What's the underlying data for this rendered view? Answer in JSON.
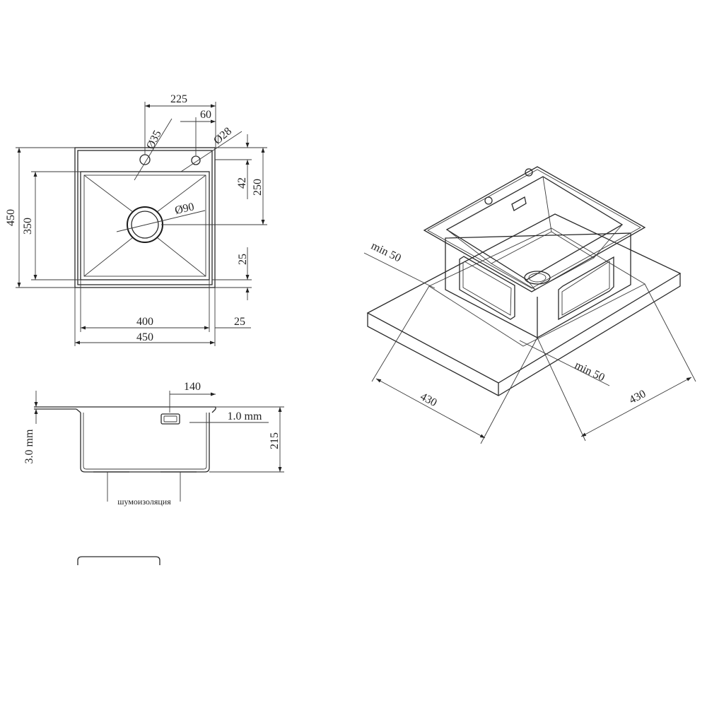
{
  "top_view": {
    "dims": {
      "w225": "225",
      "w60": "60",
      "d35": "Ø35",
      "d28": "Ø28",
      "h450": "450",
      "h350": "350",
      "v42": "42",
      "v250": "250",
      "d90": "Ø90",
      "v25": "25",
      "w400": "400",
      "h25": "25",
      "w450": "450"
    }
  },
  "side_view": {
    "dims": {
      "w140": "140",
      "t10": "1.0 mm",
      "t30": "3.0 mm",
      "h215": "215"
    },
    "insulation_label": "шумоизоляция"
  },
  "iso_view": {
    "dims": {
      "min50_left": "min 50",
      "min50_right": "min 50",
      "d430_left": "430",
      "d430_right": "430"
    }
  },
  "colors": {
    "line": "#2a2a2a",
    "background": "#ffffff"
  }
}
